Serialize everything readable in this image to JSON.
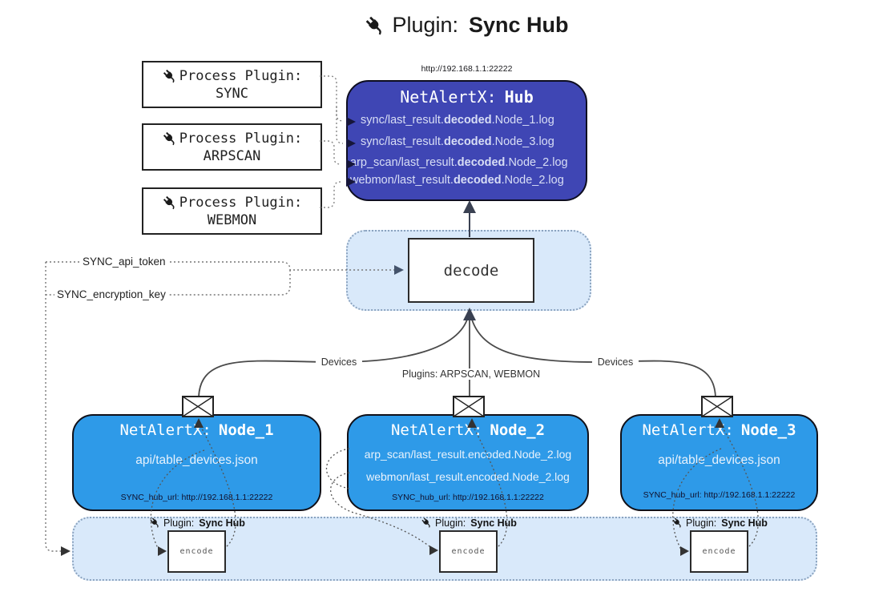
{
  "title": {
    "icon": "plug-icon",
    "prefix": "Plugin:",
    "bold": "Sync Hub"
  },
  "process_plugins": [
    {
      "icon": "plug-icon",
      "label": "Process Plugin:",
      "name": "SYNC"
    },
    {
      "icon": "plug-icon",
      "label": "Process Plugin:",
      "name": "ARPSCAN"
    },
    {
      "icon": "plug-icon",
      "label": "Process Plugin:",
      "name": "WEBMON"
    }
  ],
  "hub": {
    "url": "http://192.168.1.1:22222",
    "title_prefix": "NetAlertX:",
    "title_bold": "Hub",
    "fill_color": "#3f46b4",
    "logs": [
      {
        "prefix": "sync/last_result.",
        "bold": "decoded",
        "suffix": ".Node_1.log"
      },
      {
        "prefix": "sync/last_result.",
        "bold": "decoded",
        "suffix": ".Node_3.log"
      },
      {
        "prefix": "arp_scan/last_result.",
        "bold": "decoded",
        "suffix": ".Node_2.log"
      },
      {
        "prefix": "webmon/last_result.",
        "bold": "decoded",
        "suffix": ".Node_2.log"
      }
    ]
  },
  "decode": {
    "label": "decode"
  },
  "config": {
    "api_token": "SYNC_api_token",
    "encryption_key": "SYNC_encryption_key"
  },
  "edges": {
    "devices_left": "Devices",
    "plugins_center": "Plugins: ARPSCAN, WEBMON",
    "devices_right": "Devices"
  },
  "nodes": [
    {
      "icon": "envelope-icon",
      "title_prefix": "NetAlertX:",
      "title_bold": "Node_1",
      "files": [
        "api/table_devices.json"
      ],
      "hub_url": "SYNC_hub_url: http://192.168.1.1:22222",
      "fill_color": "#2e9ae8"
    },
    {
      "icon": "envelope-icon",
      "title_prefix": "NetAlertX:",
      "title_bold": "Node_2",
      "files": [
        "arp_scan/last_result.encoded.Node_2.log",
        "webmon/last_result.encoded.Node_2.log"
      ],
      "hub_url": "SYNC_hub_url: http://192.168.1.1:22222",
      "fill_color": "#2e9ae8"
    },
    {
      "icon": "envelope-icon",
      "title_prefix": "NetAlertX:",
      "title_bold": "Node_3",
      "files": [
        "api/table_devices.json"
      ],
      "hub_url": "SYNC_hub_url: http://192.168.1.1:22222",
      "fill_color": "#2e9ae8"
    }
  ],
  "band": {
    "plugin_icon": "plug-icon",
    "plugin_prefix": "Plugin:",
    "plugin_bold": "Sync Hub",
    "encode_label": "encode",
    "fill_color": "#d9e9fa"
  }
}
